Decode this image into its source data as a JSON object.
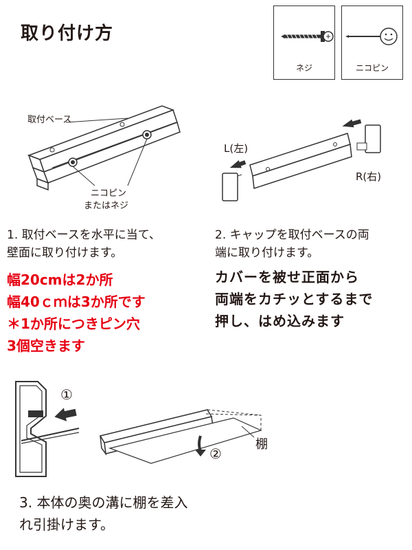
{
  "title": "取り付け方",
  "icons": {
    "screw_label": "ネジ",
    "pin_label": "ニコピン",
    "screw_icon": "screw-icon",
    "pin_icon": "smiley-pin-icon"
  },
  "figure1": {
    "base_label": "取付ベース",
    "pin_label_line1": "ニコピン",
    "pin_label_line2": "またはネジ"
  },
  "figure2": {
    "left_label": "L(左)",
    "right_label": "R(右)"
  },
  "step1": {
    "line1": "1. 取付ベースを水平に当て、",
    "line2": "壁面に取り付けます。",
    "red": [
      "幅20cmは2か所",
      "幅40ｃｍは3か所です",
      "＊1か所につきピン穴",
      "3個空きます"
    ]
  },
  "step2": {
    "line1": "2. キャップを取付ベースの両",
    "line2": "端に取り付けます。",
    "bold": [
      "カバーを被せ正面から",
      "両端をカチッとするまで",
      "押し、はめ込みます"
    ]
  },
  "figure3": {
    "marker1": "①",
    "marker2": "②",
    "shelf_label": "棚"
  },
  "step3": {
    "line1": "3. 本体の奥の溝に棚を差入",
    "line2": "れ引掛けます。"
  },
  "colors": {
    "text": "#231815",
    "accent_red": "#e60012"
  }
}
